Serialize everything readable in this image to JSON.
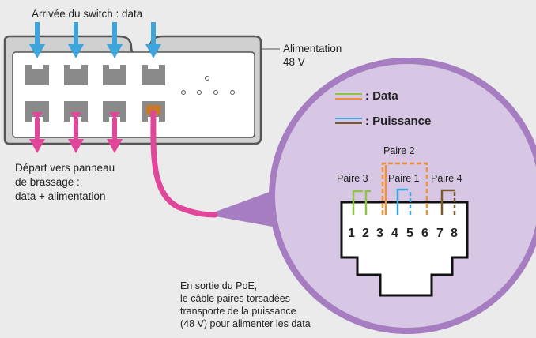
{
  "labels": {
    "switch_input": "Arrivée du switch : data",
    "power_line1": "Alimentation",
    "power_line2": "48 V",
    "output_line1": "Départ vers panneau",
    "output_line2": "de brassage :",
    "output_line3": "data + alimentation",
    "note_line1": "En sortie du PoE,",
    "note_line2": "le câble paires torsadées",
    "note_line3": "transporte de la puissance",
    "note_line4": "(48 V) pour alimenter les data"
  },
  "legend": {
    "data_label": ": Data",
    "power_label": ": Puissance"
  },
  "pairs": {
    "pair1": "Paire 1",
    "pair2": "Paire 2",
    "pair3": "Paire 3",
    "pair4": "Paire 4"
  },
  "pins": [
    "1",
    "2",
    "3",
    "4",
    "5",
    "6",
    "7",
    "8"
  ],
  "colors": {
    "background": "#ebebeb",
    "switch_outline": "#555555",
    "port": "#8a8a8a",
    "port_active": "#c8782a",
    "arrow_in": "#3da4dc",
    "arrow_out": "#e0479a",
    "circle_fill": "#d7c7e4",
    "circle_stroke": "#a57dc0",
    "pair_green": "#8cc63f",
    "pair_orange": "#f0913a",
    "pair_blue": "#3da4dc",
    "pair_brown": "#7a5a2a"
  }
}
